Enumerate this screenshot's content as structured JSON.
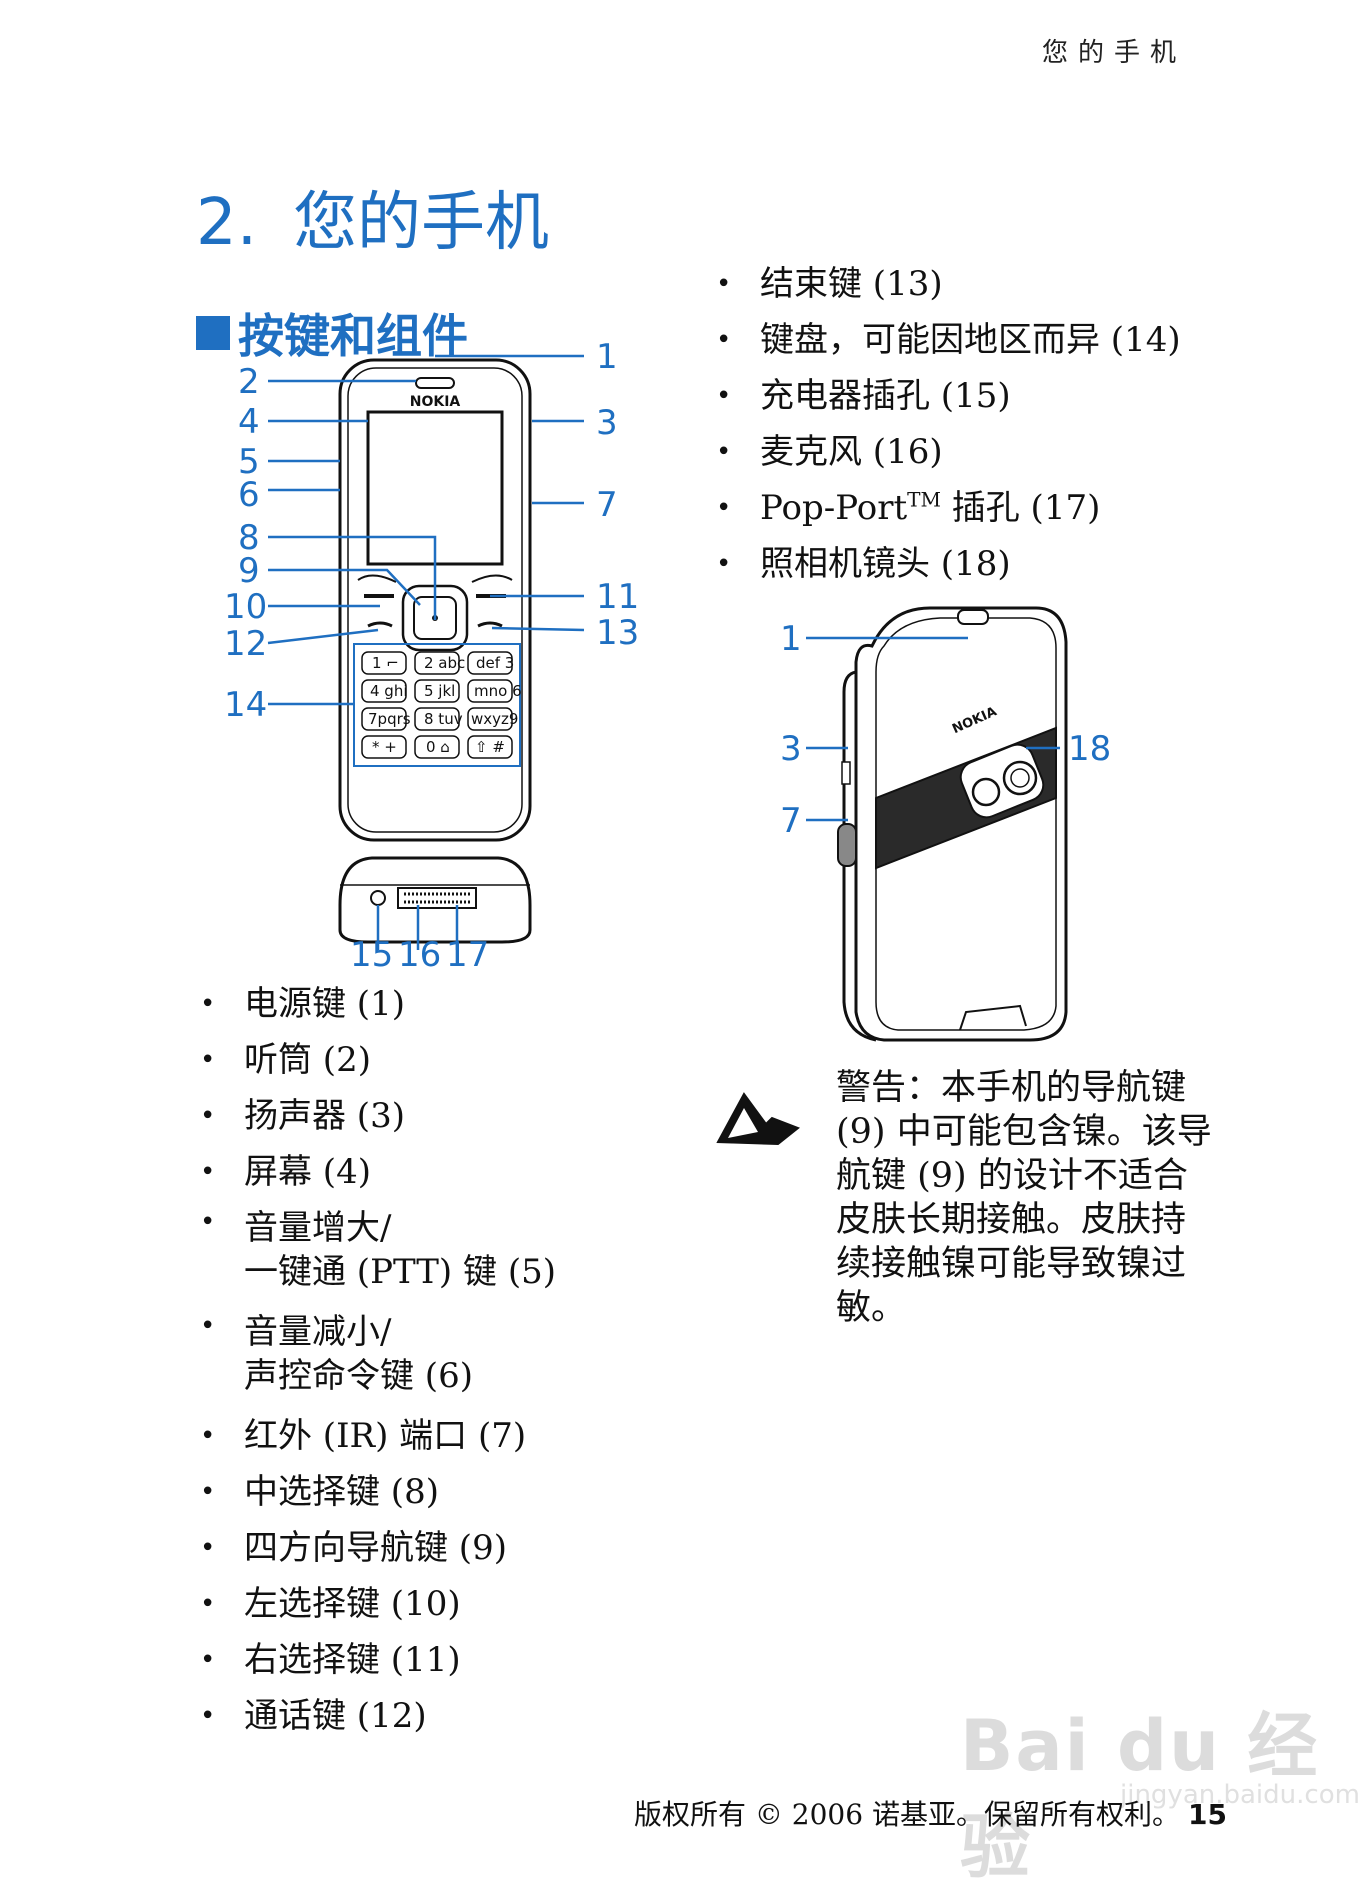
{
  "header": {
    "running_head": "您的手机"
  },
  "chapter": {
    "number": "2.",
    "title": "您的手机"
  },
  "section": {
    "title": "按键和组件"
  },
  "front_figure": {
    "brand": "NOKIA",
    "callouts": [
      "1",
      "2",
      "3",
      "4",
      "5",
      "6",
      "7",
      "8",
      "9",
      "10",
      "11",
      "12",
      "13",
      "14",
      "15",
      "16",
      "17"
    ]
  },
  "back_figure": {
    "brand": "NOKIA",
    "callouts": [
      "1",
      "3",
      "7",
      "18"
    ]
  },
  "parts_left": [
    {
      "text": "电源键 (1)"
    },
    {
      "text": "听筒 (2)"
    },
    {
      "text": "扬声器 (3)"
    },
    {
      "text": "屏幕 (4)"
    },
    {
      "line1": "音量增大/",
      "line2": "一键通 (PTT) 键 (5)"
    },
    {
      "line1": "音量减小/",
      "line2": "声控命令键 (6)"
    },
    {
      "text": "红外 (IR) 端口 (7)"
    },
    {
      "text": "中选择键 (8)"
    },
    {
      "text": "四方向导航键 (9)"
    },
    {
      "text": "左选择键 (10)"
    },
    {
      "text": "右选择键 (11)"
    },
    {
      "text": "通话键 (12)"
    }
  ],
  "parts_right": [
    {
      "text": "结束键 (13)"
    },
    {
      "text": "键盘，可能因地区而异 (14)"
    },
    {
      "text": "充电器插孔 (15)"
    },
    {
      "text": "麦克风 (16)"
    },
    {
      "pre": "Pop-Port",
      "tm": "TM",
      "post": " 插孔 (17)"
    },
    {
      "text": "照相机镜头 (18)"
    }
  ],
  "warning": {
    "label": "警告：",
    "body": "本手机的导航键 (9) 中可能包含镍。该导航键 (9) 的设计不适合皮肤长期接触。皮肤持续接触镍可能导致镍过敏。"
  },
  "footer": {
    "copyright": "版权所有 © 2006 诺基亚。保留所有权利。",
    "page": "15"
  },
  "watermark": {
    "brand": "Bai du 经验",
    "url": "jingyan.baidu.com"
  },
  "colors": {
    "accent": "#1f6fc1",
    "text": "#111111"
  }
}
